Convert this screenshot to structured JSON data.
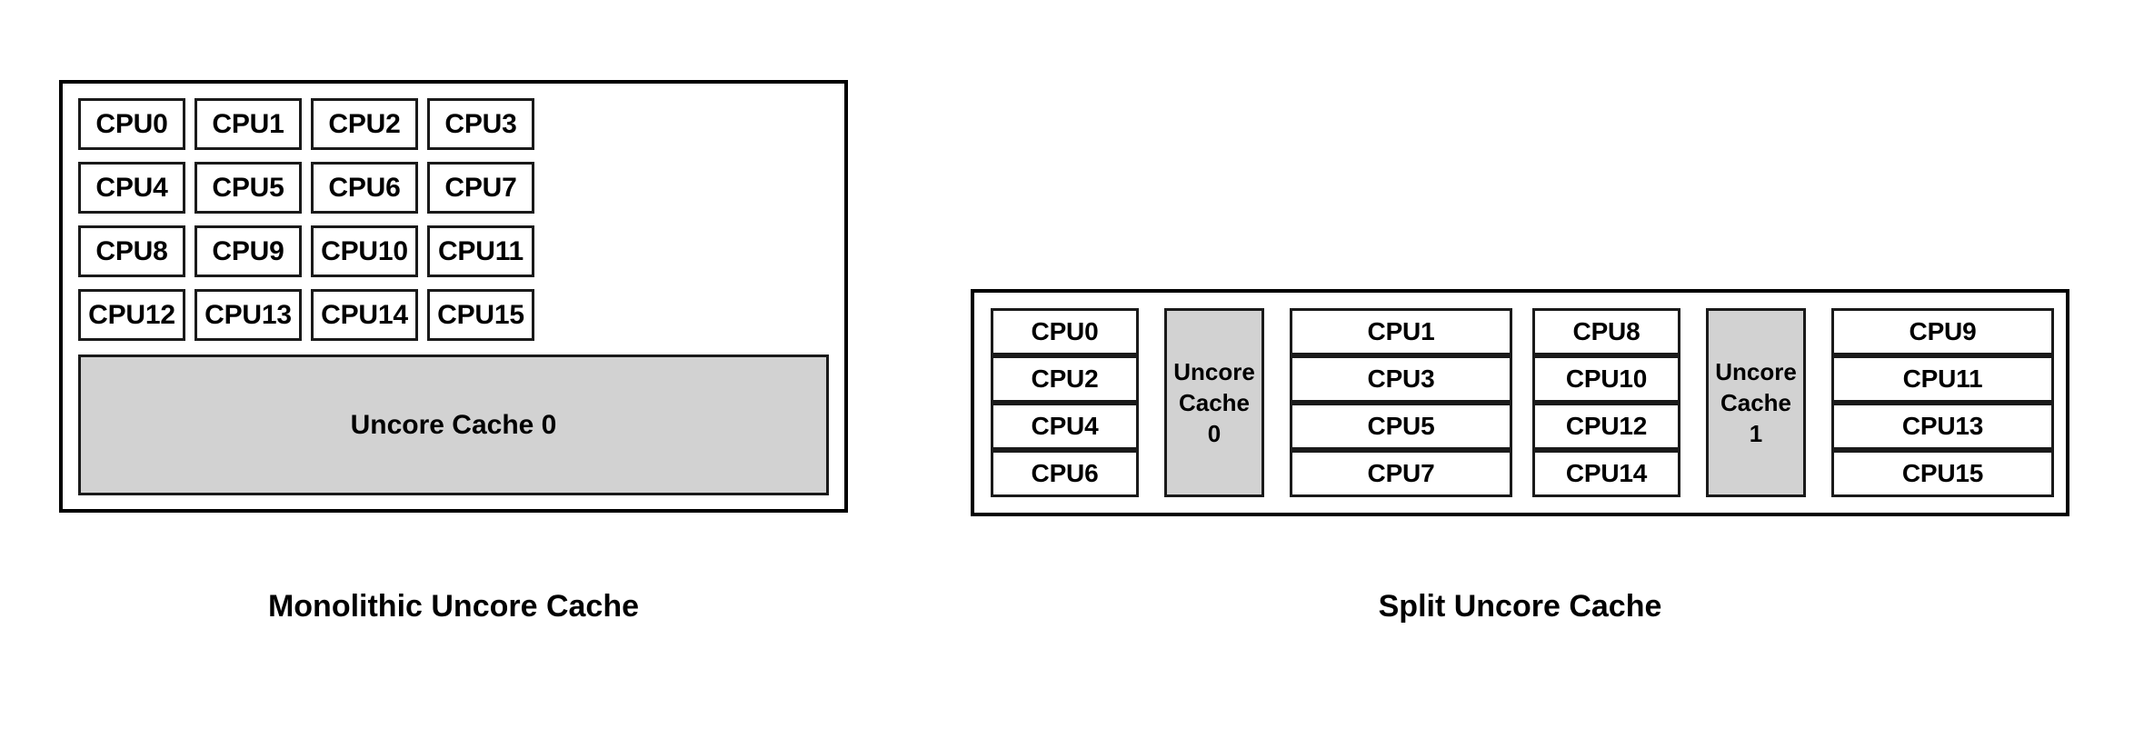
{
  "figures": [
    {
      "id": "monolithic",
      "caption": "Monolithic Uncore Cache",
      "cpu_grid": [
        [
          "CPU0",
          "CPU1",
          "CPU2",
          "CPU3"
        ],
        [
          "CPU4",
          "CPU5",
          "CPU6",
          "CPU7"
        ],
        [
          "CPU8",
          "CPU9",
          "CPU10",
          "CPU11"
        ],
        [
          "CPU12",
          "CPU13",
          "CPU14",
          "CPU15"
        ]
      ],
      "cache_label": "Uncore Cache 0"
    },
    {
      "id": "split",
      "caption": "Split Uncore Cache",
      "groups": [
        {
          "left_column": [
            "CPU0",
            "CPU2",
            "CPU4",
            "CPU6"
          ],
          "cache_line1": "Uncore",
          "cache_line2": "Cache",
          "cache_line3": "0",
          "right_column": [
            "CPU1",
            "CPU3",
            "CPU5",
            "CPU7"
          ]
        },
        {
          "left_column": [
            "CPU8",
            "CPU10",
            "CPU12",
            "CPU14"
          ],
          "cache_line1": "Uncore",
          "cache_line2": "Cache",
          "cache_line3": "1",
          "right_column": [
            "CPU9",
            "CPU11",
            "CPU13",
            "CPU15"
          ]
        }
      ]
    }
  ],
  "colors": {
    "cache_fill": "#d2d2d2",
    "border": "#000000",
    "background": "#ffffff"
  }
}
